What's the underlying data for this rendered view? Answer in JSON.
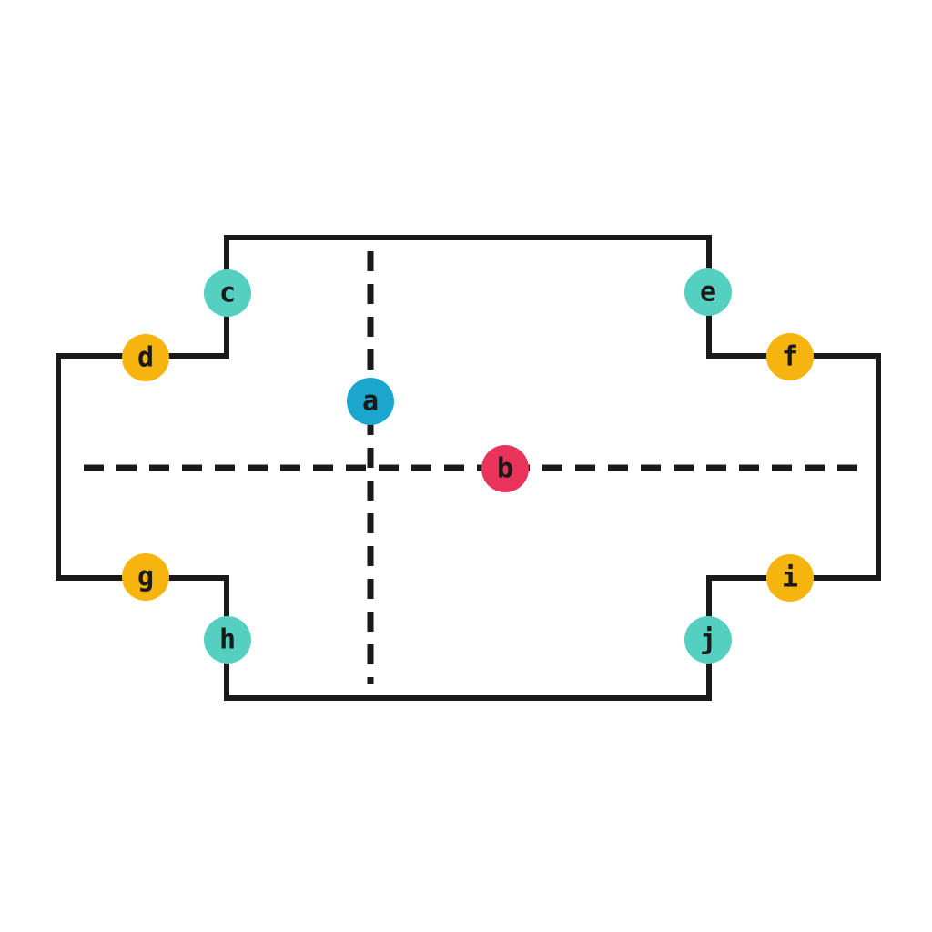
{
  "colors": {
    "outline": "#1a1a1a",
    "axis_marker": "#1ba6cf",
    "center_marker": "#e8345a",
    "corner_marker": "#55cfc0",
    "edge_marker": "#f6b40f"
  },
  "markers": {
    "a": "a",
    "b": "b",
    "c": "c",
    "d": "d",
    "e": "e",
    "f": "f",
    "g": "g",
    "h": "h",
    "i": "i",
    "j": "j"
  }
}
